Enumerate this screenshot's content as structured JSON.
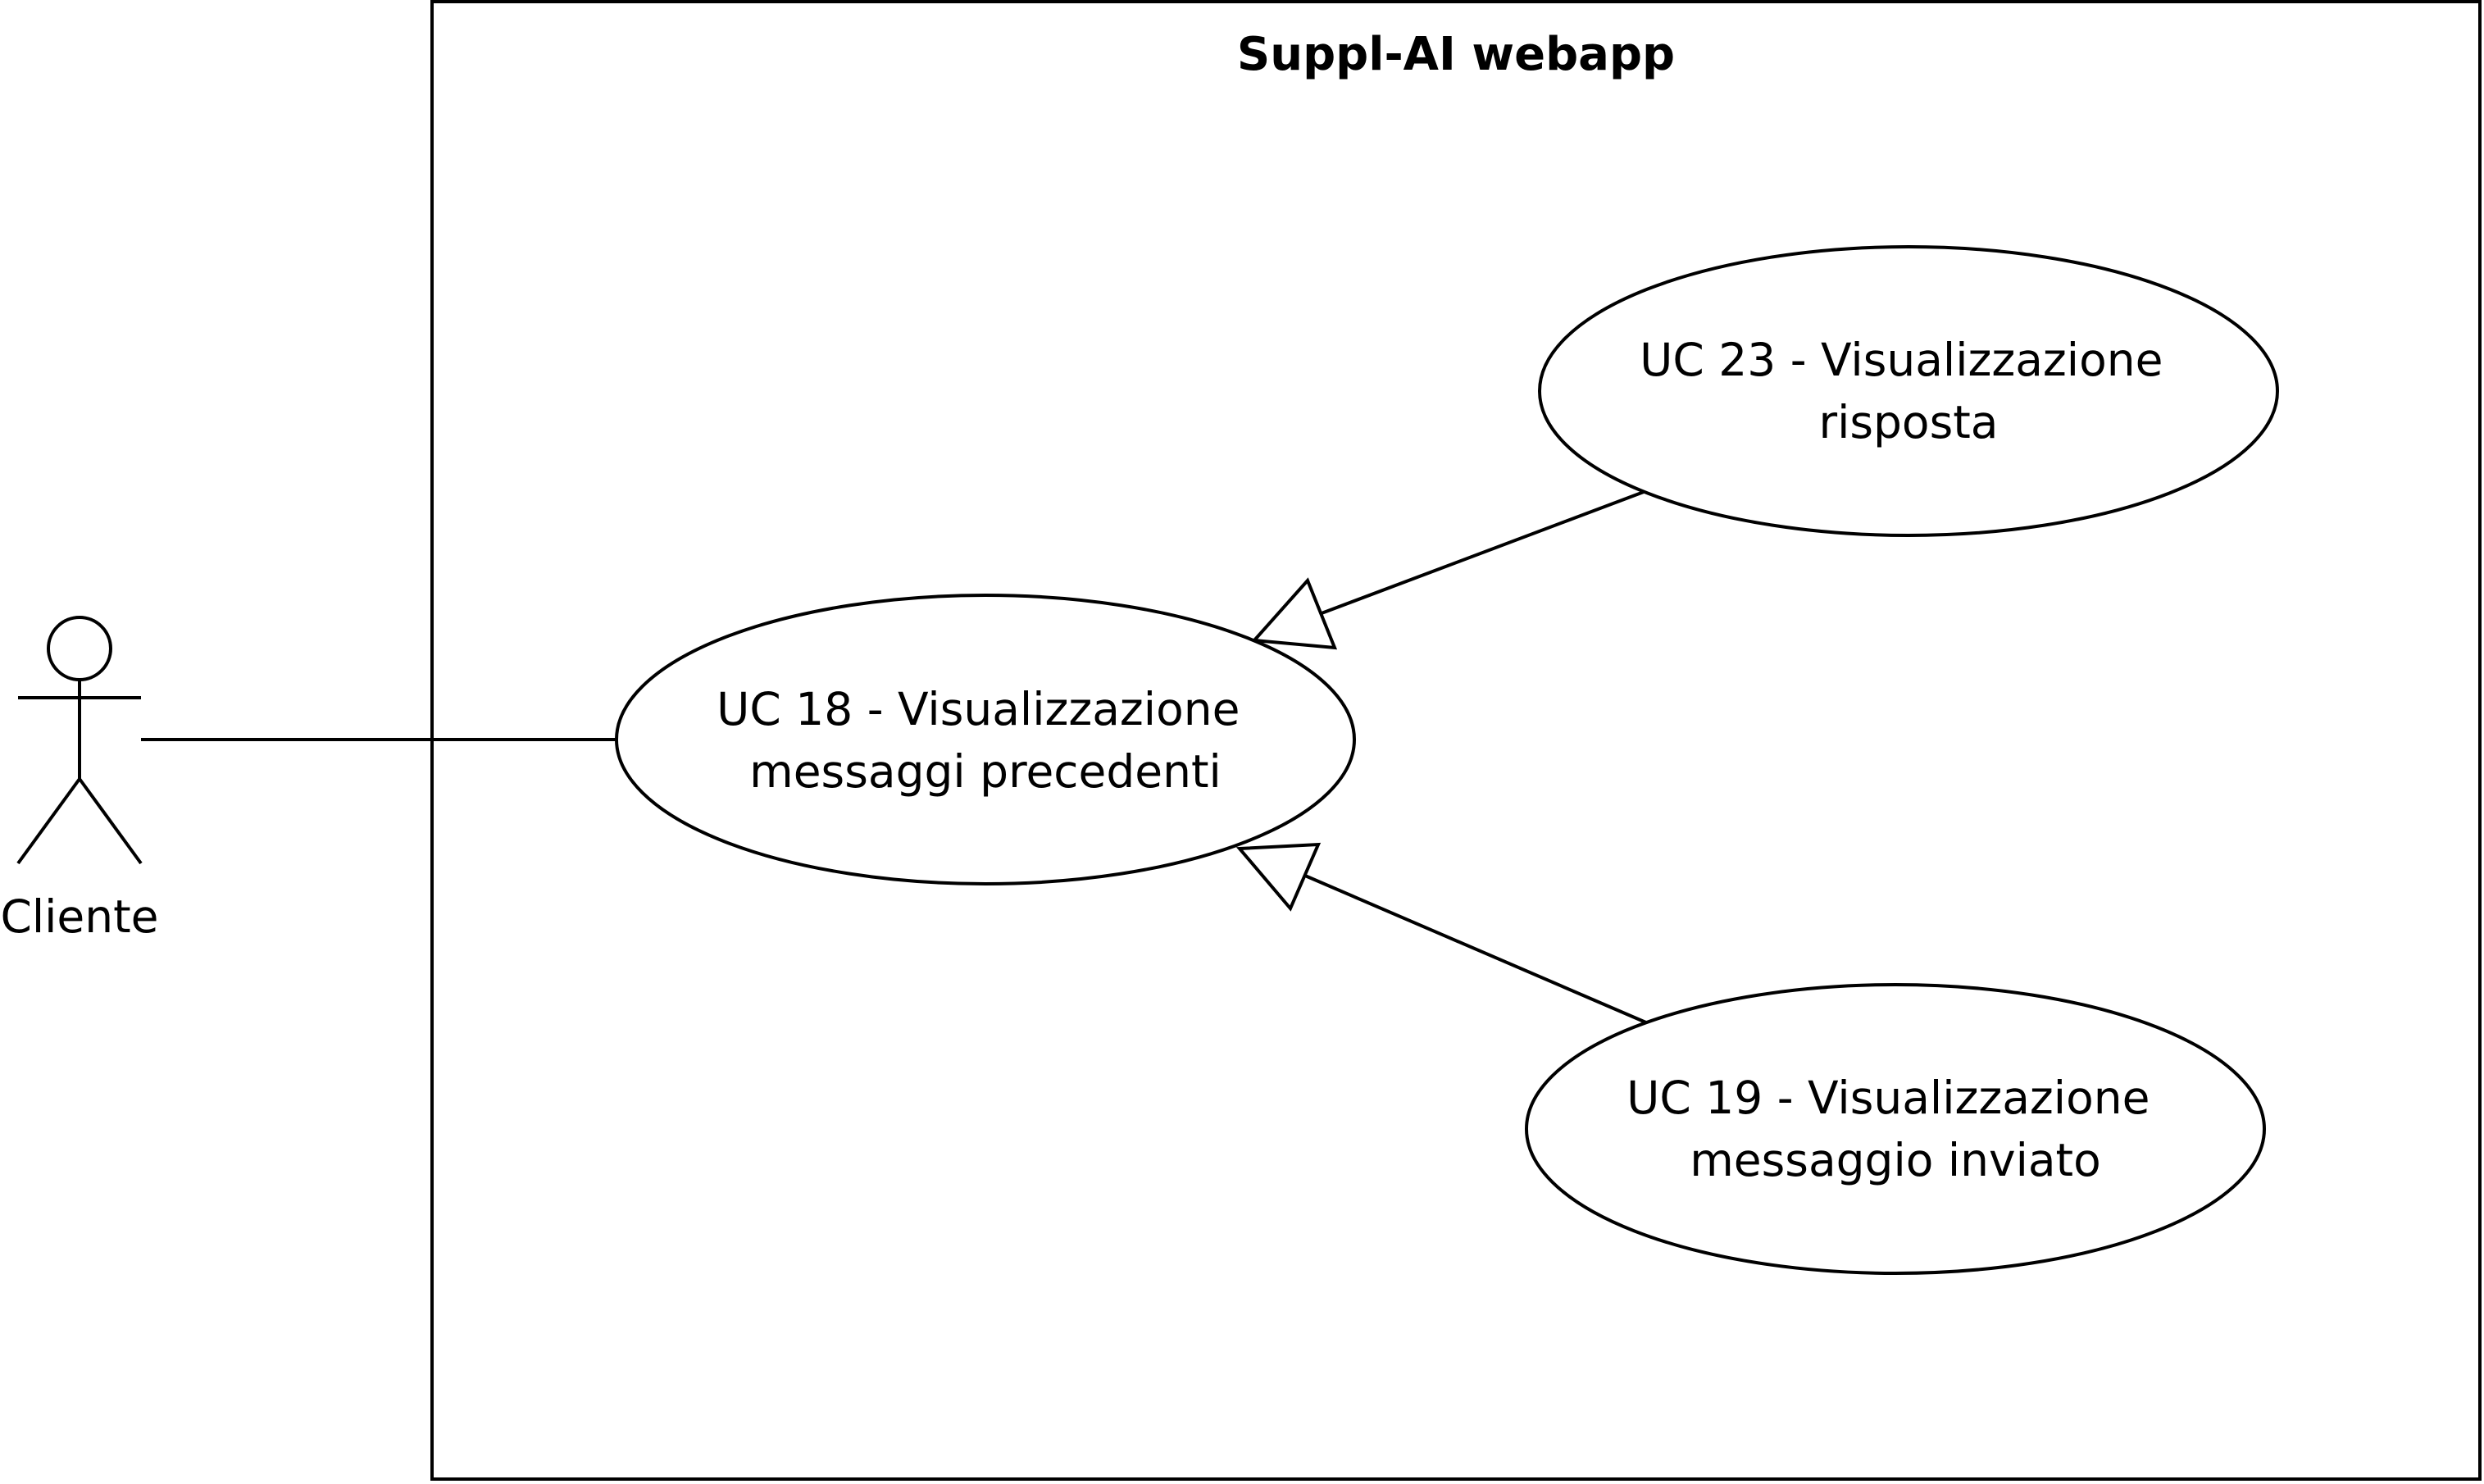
{
  "system": {
    "title": "Suppl-AI webapp"
  },
  "actor": {
    "name": "Cliente"
  },
  "use_cases": {
    "uc18": {
      "line1": "UC 18 - Visualizzazione",
      "line2": "messaggi precedenti"
    },
    "uc23": {
      "line1": "UC 23 - Visualizzazione",
      "line2": "risposta"
    },
    "uc19": {
      "line1": "UC 19 - Visualizzazione",
      "line2": "messaggio inviato"
    }
  },
  "colors": {
    "stroke": "#000000",
    "background": "#ffffff"
  }
}
